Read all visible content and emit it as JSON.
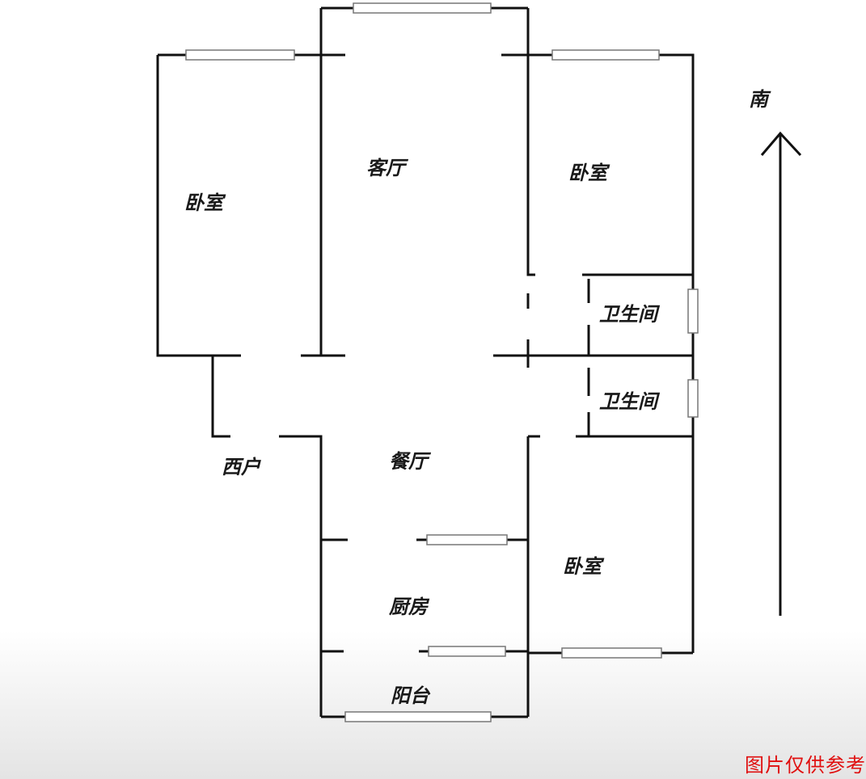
{
  "rooms": {
    "bedroom_west": "卧室",
    "living_room": "客厅",
    "bedroom_north_east": "卧室",
    "bathroom_1": "卫生间",
    "bathroom_2": "卫生间",
    "entrance": "西户",
    "dining_room": "餐厅",
    "bedroom_south_east": "卧室",
    "kitchen": "厨房",
    "balcony": "阳台"
  },
  "compass": {
    "label": "南",
    "icon": "arrow-up-icon"
  },
  "disclaimer": "图片仅供参考",
  "colors": {
    "walls": "#111111",
    "disclaimer": "#e01010"
  }
}
